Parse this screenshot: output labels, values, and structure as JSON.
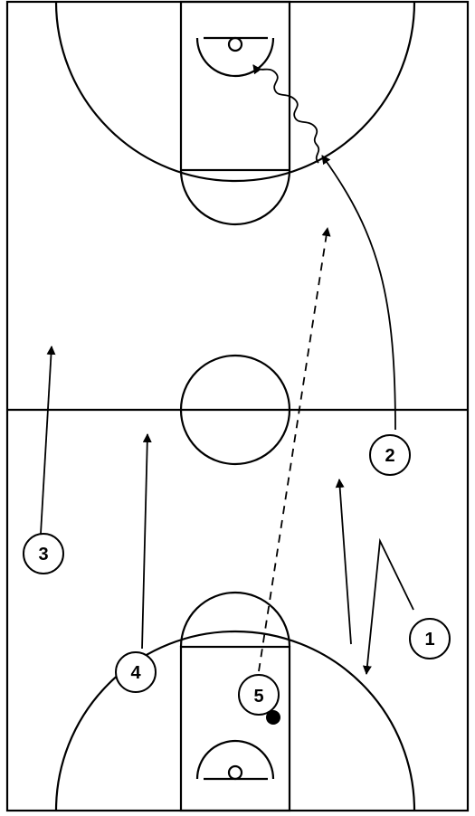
{
  "players": [
    {
      "id": "p1",
      "label": "1"
    },
    {
      "id": "p2",
      "label": "2"
    },
    {
      "id": "p3",
      "label": "3"
    },
    {
      "id": "p4",
      "label": "4"
    },
    {
      "id": "p5",
      "label": "5"
    }
  ],
  "colors": {
    "line": "#000000",
    "background": "#ffffff"
  }
}
